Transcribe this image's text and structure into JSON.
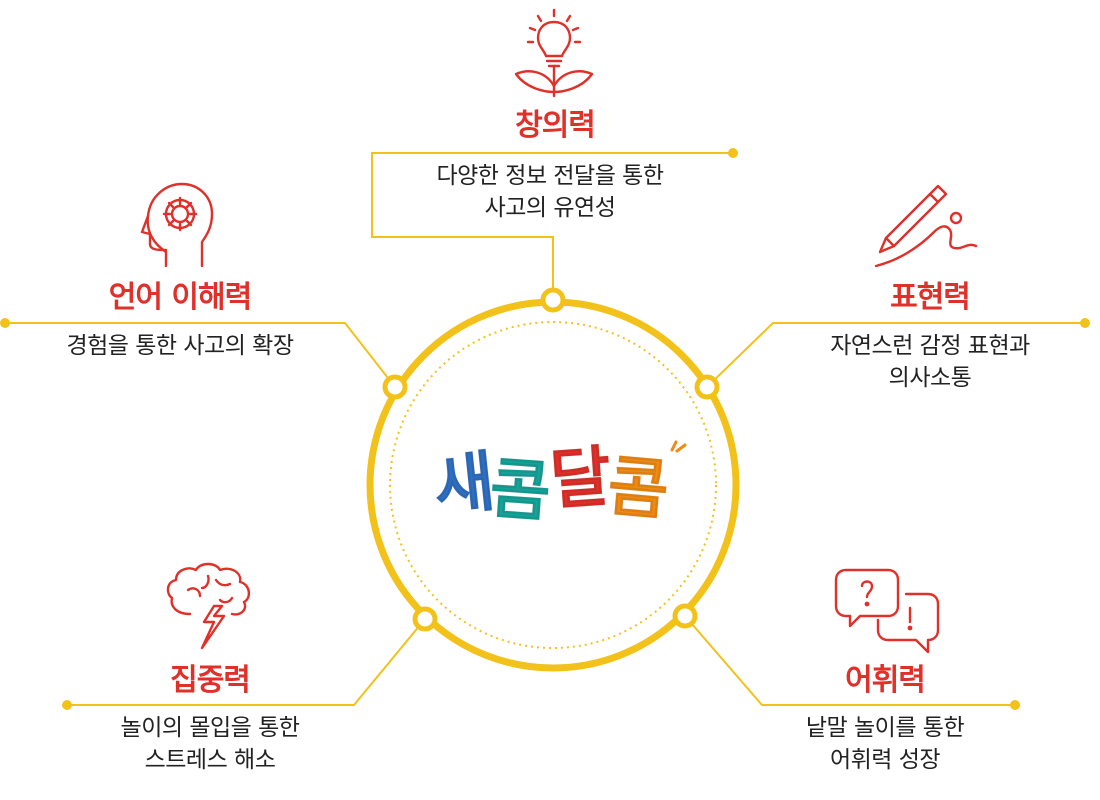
{
  "center": {
    "logo_text": [
      "새",
      "콤",
      "달",
      "콤"
    ]
  },
  "nodes": [
    {
      "id": "creativity",
      "title": "창의력",
      "desc": [
        "다양한 정보 전달을 통한",
        "사고의 유연성"
      ],
      "icon": "lightbulb-plant-icon"
    },
    {
      "id": "language",
      "title": "언어 이해력",
      "desc": [
        "경험을 통한 사고의 확장"
      ],
      "icon": "head-gear-icon"
    },
    {
      "id": "expression",
      "title": "표현력",
      "desc": [
        "자연스런 감정 표현과",
        "의사소통"
      ],
      "icon": "pencil-drawing-icon"
    },
    {
      "id": "focus",
      "title": "집중력",
      "desc": [
        "놀이의 몰입을 통한",
        "스트레스 해소"
      ],
      "icon": "brain-lightning-icon"
    },
    {
      "id": "vocabulary",
      "title": "어휘력",
      "desc": [
        "낱말 놀이를 통한",
        "어휘력 성장"
      ],
      "icon": "speech-bubbles-icon"
    }
  ],
  "colors": {
    "ring": "#f2c21b",
    "title": "#e0302a",
    "icon_stroke": "#e0302a",
    "text": "#222222"
  }
}
